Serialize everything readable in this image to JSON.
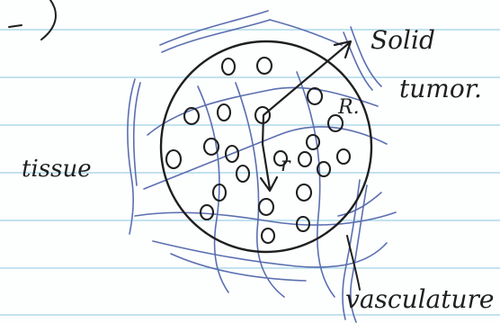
{
  "labels": {
    "solid": "Solid",
    "tumor": "tumor.",
    "R": "R.",
    "r": "r",
    "tissue": "tissue",
    "vasculature": "vasculature"
  },
  "colors": {
    "ink": "#1f1f1f",
    "vessels": "#5b6fb0",
    "ruling": "#9fd3e6"
  }
}
